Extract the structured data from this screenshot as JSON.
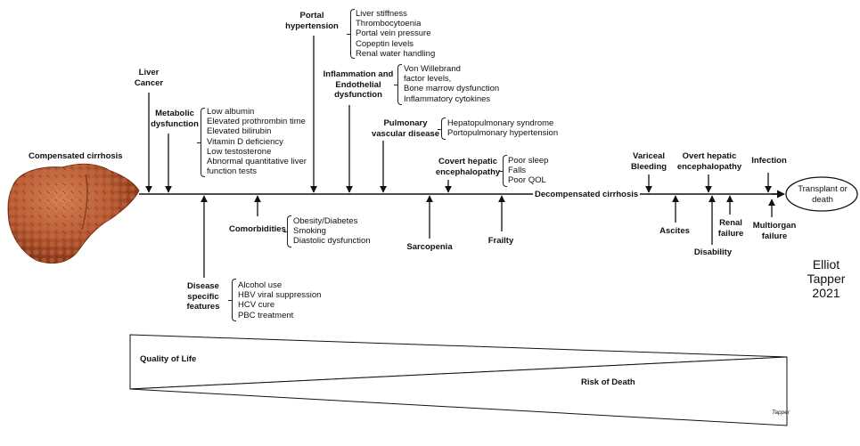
{
  "start_label": "Compensated cirrhosis",
  "decompensated_label": "Decompensated cirrhosis",
  "end_node": {
    "line1": "Transplant or",
    "line2": "death"
  },
  "top_events": {
    "liver_cancer": "Liver\nCancer",
    "metabolic": "Metabolic\ndysfunction",
    "portal": "Portal\nhypertension",
    "inflammation": "Inflammation and\nEndothelial\ndysfunction",
    "pulmonary": "Pulmonary\nvascular disease",
    "covert": "Covert hepatic\nencephalopathy",
    "variceal": "Variceal\nBleeding",
    "overt": "Overt hepatic\nencephalopathy",
    "infection": "Infection"
  },
  "bottom_events": {
    "disease": "Disease\nspecific\nfeatures",
    "comorbidities": "Comorbidities",
    "sarcopenia": "Sarcopenia",
    "frailty": "Frailty",
    "ascites": "Ascites",
    "disability": "Disability",
    "renal": "Renal\nfailure",
    "multiorgan": "Multiorgan\nfailure"
  },
  "lists": {
    "metabolic": [
      "Low albumin",
      "Elevated prothrombin time",
      "Elevated bilirubin",
      "Vitamin D deficiency",
      "Low testosterone",
      "Abnormal quantitative liver",
      "function tests"
    ],
    "portal": [
      "Liver stiffness",
      "Thrombocytoenia",
      "Portal vein pressure",
      "Copeptin levels",
      "Renal water handling"
    ],
    "inflammation": [
      "Von Willebrand",
      "factor levels,",
      "Bone marrow dysfunction",
      "Inflammatory cytokines"
    ],
    "pulmonary": [
      "Hepatopulmonary syndrome",
      "Portopulmonary hypertension"
    ],
    "covert": [
      "Poor sleep",
      "Falls",
      "Poor QOL"
    ],
    "comorbidities": [
      "Obesity/Diabetes",
      "Smoking",
      "Diastolic dysfunction"
    ],
    "disease": [
      "Alcohol use",
      "HBV viral suppression",
      "HCV cure",
      "PBC treatment"
    ]
  },
  "author": {
    "line1": "Elliot",
    "line2": "Tapper",
    "line3": "2021"
  },
  "quality_of_life": "Quality of Life",
  "risk_of_death": "Risk of Death",
  "signature": "Tapper",
  "colors": {
    "liver_dark": "#8a3a1c",
    "liver_mid": "#b55a33",
    "liver_light": "#d8845a",
    "line": "#111111"
  }
}
